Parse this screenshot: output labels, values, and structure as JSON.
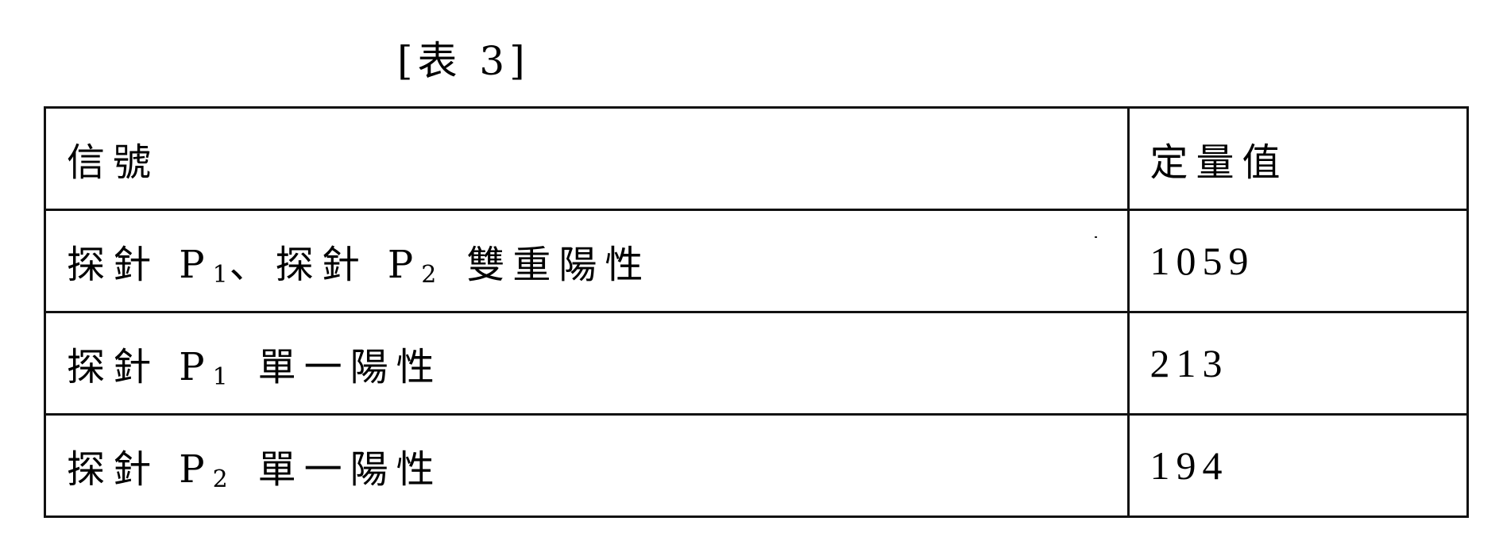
{
  "document": {
    "caption": "[表 3]",
    "table": {
      "headers": {
        "signal": "信號",
        "value": "定量值"
      },
      "rows": [
        {
          "signal_parts": {
            "a_label": "探針 P",
            "a_sub": "1",
            "sep": "、探針 P",
            "b_sub": "2",
            "suffix": "雙重陽性"
          },
          "signal_text": "探針 P1、探針 P2 雙重陽性",
          "value": "1059"
        },
        {
          "signal_parts": {
            "a_label": "探針 P",
            "a_sub": "1",
            "suffix": "單一陽性"
          },
          "signal_text": "探針 P1 單一陽性",
          "value": "213"
        },
        {
          "signal_parts": {
            "a_label": "探針 P",
            "a_sub": "2",
            "suffix": "單一陽性"
          },
          "signal_text": "探針 P2 單一陽性",
          "value": "194"
        }
      ]
    }
  }
}
